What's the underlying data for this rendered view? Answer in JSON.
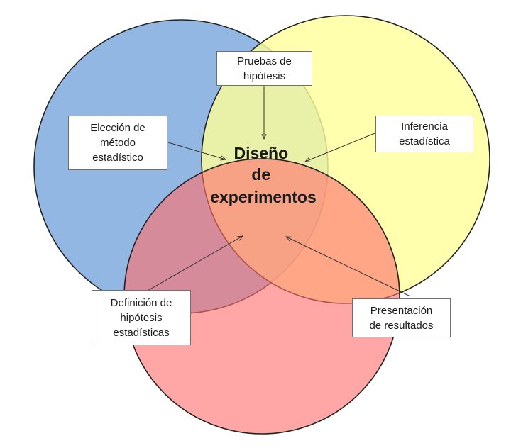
{
  "diagram": {
    "center_title": [
      "Diseño",
      "de",
      "experimentos"
    ],
    "colors": {
      "blue_circle": "#8db3e2",
      "yellow_circle": "#ffff99",
      "red_circle": "#ff8080",
      "outline": "#222222"
    },
    "labels": {
      "pruebas": [
        "Pruebas de",
        "hipótesis"
      ],
      "eleccion": [
        "Elección de",
        "método",
        "estadístico"
      ],
      "inferencia": [
        "Inferencia",
        "estadística"
      ],
      "definicion": [
        "Definición de",
        "hipótesis",
        "estadísticas"
      ],
      "presentacion": [
        "Presentación",
        "de resultados"
      ]
    }
  }
}
